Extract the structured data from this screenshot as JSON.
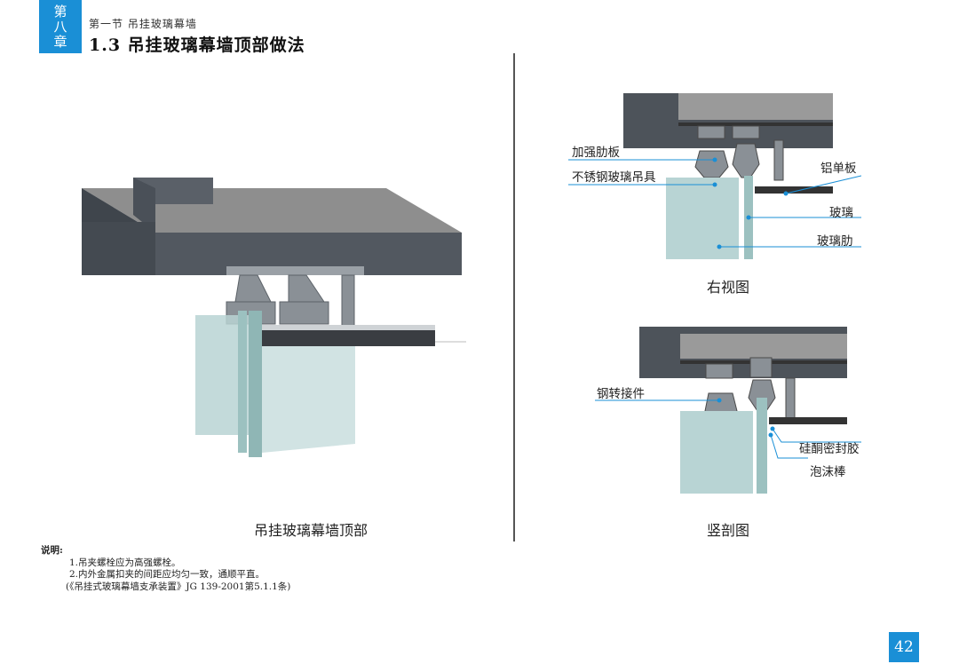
{
  "header": {
    "chapter_tab": [
      "第",
      "八",
      "章"
    ],
    "section_sub": "第一节 吊挂玻璃幕墙",
    "section_title": "1.3 吊挂玻璃幕墙顶部做法"
  },
  "figures": {
    "main": {
      "caption": "吊挂玻璃幕墙顶部"
    },
    "right_view": {
      "caption": "右视图",
      "callouts": [
        "加强肋板",
        "不锈钢玻璃吊具",
        "铝单板",
        "玻璃",
        "玻璃肋"
      ]
    },
    "section_view": {
      "caption": "竖剖图",
      "callouts": [
        "钢转接件",
        "硅酮密封胶",
        "泡沫棒"
      ]
    }
  },
  "notes": {
    "heading": "说明:",
    "items": [
      "1.吊夹螺栓应为高强螺栓。",
      "2.内外金属扣夹的间距应均匀一致，通顺平直。",
      "(《吊挂式玻璃幕墙支承装置》JG 139-2001第5.1.1条)"
    ]
  },
  "page_number": "42",
  "colors": {
    "accent": "#1a8fd6",
    "concrete": "#4a5058",
    "glass": "#b8d4d4"
  }
}
